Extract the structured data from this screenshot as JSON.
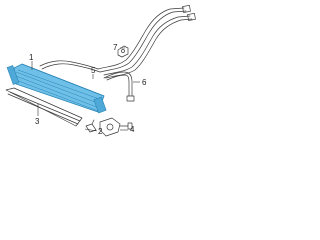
{
  "callouts": [
    {
      "id": "1",
      "label": "1"
    },
    {
      "id": "2",
      "label": "2"
    },
    {
      "id": "3",
      "label": "3"
    },
    {
      "id": "4",
      "label": "4"
    },
    {
      "id": "5",
      "label": "5"
    },
    {
      "id": "6",
      "label": "6"
    },
    {
      "id": "7",
      "label": "7"
    }
  ],
  "colors": {
    "cooler_fill": "#6fc0e8",
    "cooler_dark": "#2a86b6",
    "line": "#3a3a3a"
  }
}
